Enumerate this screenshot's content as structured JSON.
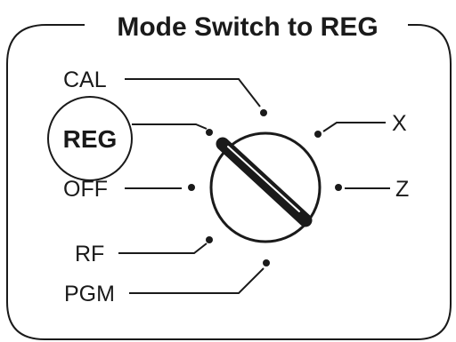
{
  "title": "Mode Switch to REG",
  "modes": {
    "cal": "CAL",
    "reg": "REG",
    "off": "OFF",
    "rf": "RF",
    "pgm": "PGM",
    "x": "X",
    "z": "Z"
  },
  "selected_mode": "REG",
  "colors": {
    "ink": "#1a1a1a",
    "background": "#ffffff"
  }
}
